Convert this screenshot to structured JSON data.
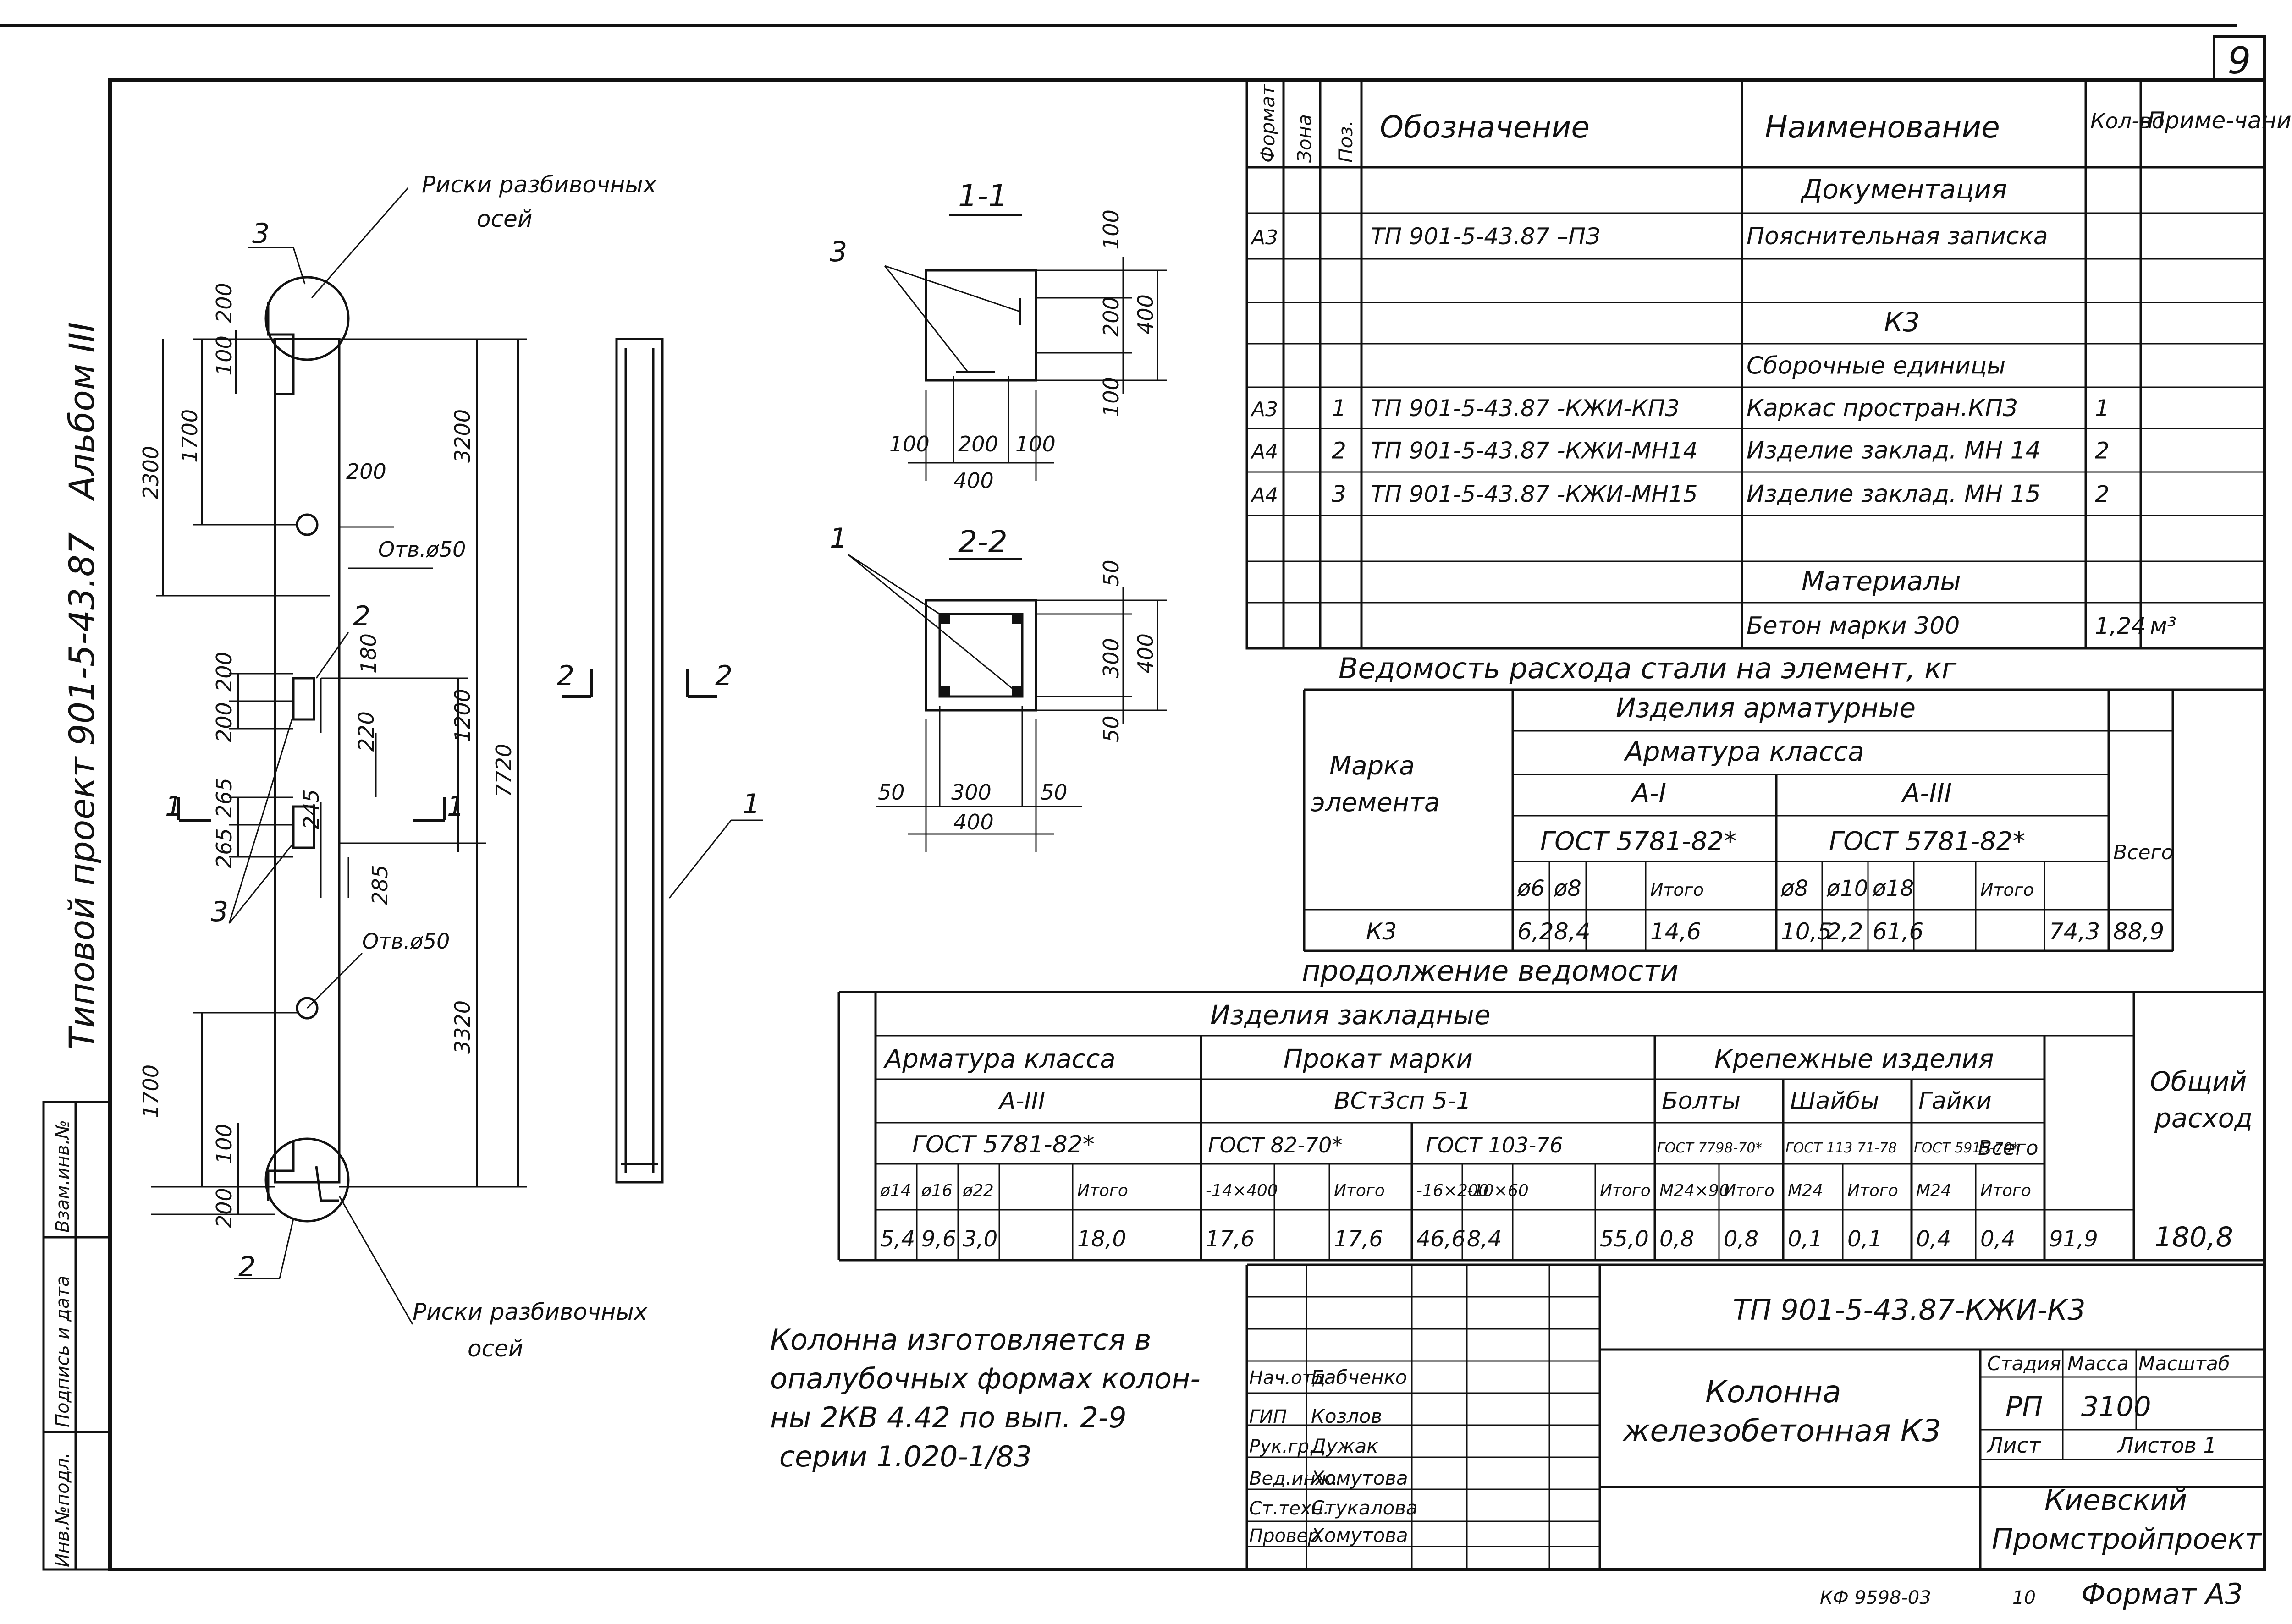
{
  "page_number": "9",
  "side_title": "Типовой проект 901-5-43.87",
  "album": "Альбом III",
  "left_stamp": [
    "Инв.№подл.",
    "Подпись и дата",
    "Взам.инв.№"
  ],
  "elevation": {
    "top_label": [
      "Риски разбивочных",
      "осей"
    ],
    "bottom_label": [
      "Риски разбивочных",
      "осей"
    ],
    "hole_label": "Отв.ø50",
    "marks": [
      "1",
      "2",
      "3"
    ],
    "dims": [
      "200",
      "100",
      "1700",
      "2300",
      "3200",
      "200",
      "200",
      "200",
      "180",
      "220",
      "265",
      "265",
      "245",
      "285",
      "1200",
      "7720",
      "3320",
      "1700",
      "100",
      "200"
    ]
  },
  "sections": {
    "s1": {
      "title": "1-1",
      "dims": [
        "100",
        "200",
        "400",
        "100",
        "200",
        "400",
        "100",
        "100"
      ],
      "mark": "3"
    },
    "s2": {
      "title": "2-2",
      "dims": [
        "50",
        "300",
        "400",
        "50",
        "300",
        "400",
        "50",
        "50"
      ],
      "mark": "1"
    }
  },
  "spec": {
    "headers": [
      "Формат",
      "Зона",
      "Поз.",
      "Обозначение",
      "Наименование",
      "Кол-во",
      "Приме-чание"
    ],
    "rows": [
      {
        "fmt": "",
        "zone": "",
        "pos": "",
        "des": "",
        "name": "Документация",
        "qty": "",
        "note": ""
      },
      {
        "fmt": "А3",
        "zone": "",
        "pos": "",
        "des": "ТП 901-5-43.87 –ПЗ",
        "name": "Пояснительная записка",
        "qty": "",
        "note": ""
      },
      {
        "fmt": "",
        "zone": "",
        "pos": "",
        "des": "",
        "name": "",
        "qty": "",
        "note": ""
      },
      {
        "fmt": "",
        "zone": "",
        "pos": "",
        "des": "",
        "name": "К3",
        "qty": "",
        "note": ""
      },
      {
        "fmt": "",
        "zone": "",
        "pos": "",
        "des": "",
        "name": "Сборочные единицы",
        "qty": "",
        "note": ""
      },
      {
        "fmt": "А3",
        "zone": "",
        "pos": "1",
        "des": "ТП 901-5-43.87 -КЖИ-КП3",
        "name": "Каркас простран.КП3",
        "qty": "1",
        "note": ""
      },
      {
        "fmt": "А4",
        "zone": "",
        "pos": "2",
        "des": "ТП 901-5-43.87 -КЖИ-МН14",
        "name": "Изделие заклад. МН 14",
        "qty": "2",
        "note": ""
      },
      {
        "fmt": "А4",
        "zone": "",
        "pos": "3",
        "des": "ТП 901-5-43.87 -КЖИ-МН15",
        "name": "Изделие заклад. МН 15",
        "qty": "2",
        "note": ""
      },
      {
        "fmt": "",
        "zone": "",
        "pos": "",
        "des": "",
        "name": "",
        "qty": "",
        "note": ""
      },
      {
        "fmt": "",
        "zone": "",
        "pos": "",
        "des": "",
        "name": "Материалы",
        "qty": "",
        "note": ""
      },
      {
        "fmt": "",
        "zone": "",
        "pos": "",
        "des": "",
        "name": "Бетон марки 300",
        "qty": "1,24",
        "note": "м³"
      }
    ]
  },
  "steel": {
    "title": "Ведомость расхода стали на элемент, кг",
    "h_items": "Изделия арматурные",
    "h_rebar": "Арматура класса",
    "h_mark": "Марка элемента",
    "h_ai": "А-I",
    "h_aiii": "А-III",
    "h_gost1": "ГОСТ 5781-82*",
    "h_gost2": "ГОСТ 5781-82*",
    "h_total": "Всего",
    "sub": [
      "ø6",
      "ø8",
      "",
      "Итого",
      "ø8",
      "ø10",
      "ø18",
      "",
      "Итого"
    ],
    "row": [
      "К3",
      "6,2",
      "8,4",
      "",
      "14,6",
      "10,5",
      "2,2",
      "61,6",
      "",
      "74,3",
      "88,9"
    ]
  },
  "steel2": {
    "title": "продолжение ведомости",
    "h_items": "Изделия закладные",
    "h_rebar": "Арматура класса",
    "h_prokat": "Прокат марки",
    "h_krep": "Крепежные изделия",
    "h_aiii": "А-III",
    "h_vst": "ВСт3сп 5-1",
    "h_bolts": "Болты",
    "h_shaib": "Шайбы",
    "h_gaiki": "Гайки",
    "h_gost_a": "ГОСТ 5781-82*",
    "h_gost_b": "ГОСТ 82-70*",
    "h_gost_c": "ГОСТ 103-76",
    "h_gost_d": "ГОСТ 7798-70*",
    "h_gost_e": "ГОСТ 113 71-78",
    "h_gost_f": "ГОСТ 5915-70*",
    "h_total": "Всего",
    "h_general": "Общий расход",
    "sub": [
      "ø14",
      "ø16",
      "ø22",
      "",
      "Итого",
      "-14×400",
      "",
      "Итого",
      "-16×200",
      "-10×60",
      "",
      "Итого",
      "М24×90",
      "Итого",
      "М24",
      "Итого",
      "М24",
      "Итого"
    ],
    "row": [
      "5,4",
      "9,6",
      "3,0",
      "",
      "18,0",
      "17,6",
      "",
      "17,6",
      "46,6",
      "8,4",
      "",
      "55,0",
      "0,8",
      "0,8",
      "0,1",
      "0,1",
      "0,4",
      "0,4",
      "91,9",
      "180,8"
    ]
  },
  "note": [
    "Колонна изготовляется в",
    "опалубочных формах колон-",
    "ны 2КВ 4.42 по вып. 2-9",
    "серии 1.020-1/83"
  ],
  "stamp": {
    "code": "ТП 901-5-43.87-КЖИ-К3",
    "title": [
      "Колонна",
      "железобетонная К3"
    ],
    "h_stage": "Стадия",
    "h_mass": "Масса",
    "h_scale": "Масштаб",
    "stage": "РП",
    "mass": "3100",
    "sheet": "Лист",
    "sheets": "Листов 1",
    "org": [
      "Киевский",
      "Промстройпроект"
    ],
    "people": [
      {
        "role": "Нач.отд.",
        "name": "Бабченко"
      },
      {
        "role": "ГИП",
        "name": "Козлов"
      },
      {
        "role": "Рук.гр.",
        "name": "Дужак"
      },
      {
        "role": "Вед.инж.",
        "name": "Хомутова"
      },
      {
        "role": "Ст.техн.",
        "name": "Стукалова"
      },
      {
        "role": "Провер.",
        "name": "Хомутова"
      }
    ]
  },
  "footer": {
    "kf": "КФ 9598-03",
    "num": "10",
    "format": "Формат А3"
  }
}
